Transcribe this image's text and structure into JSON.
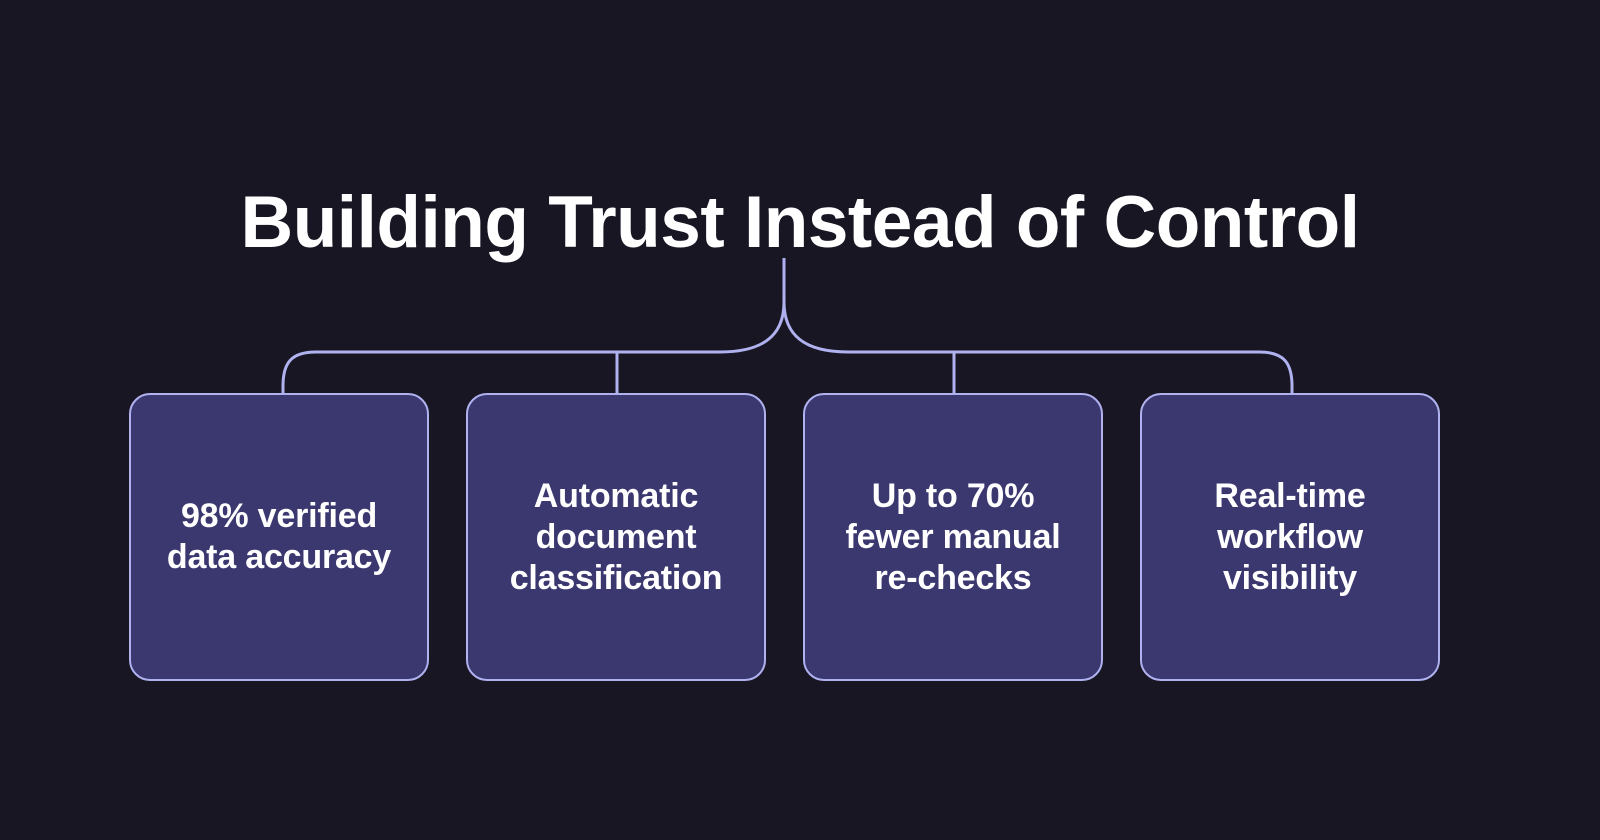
{
  "theme": {
    "background_color": "#191624",
    "card_fill_color": "#3B3870",
    "line_color": "#B0B2F0",
    "text_color": "#FFFFFF"
  },
  "header": {
    "title": "Building Trust Instead of Control"
  },
  "diagram": {
    "type": "tree",
    "orientation": "top-down",
    "root_label": "Building Trust Instead of Control",
    "branch_count": 4,
    "nodes": [
      {
        "id": "node-1",
        "label": "98% verified\ndata accuracy"
      },
      {
        "id": "node-2",
        "label": "Automatic\ndocument\nclassification"
      },
      {
        "id": "node-3",
        "label": "Up to 70%\nfewer manual\nre-checks"
      },
      {
        "id": "node-4",
        "label": "Real-time\nworkflow\nvisibility"
      }
    ]
  }
}
